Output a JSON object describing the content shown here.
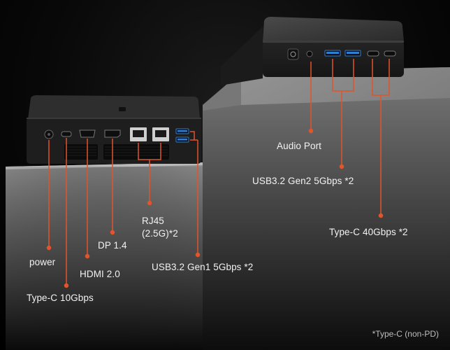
{
  "callouts": {
    "audio_port": "Audio Port",
    "usb_gen2": "USB3.2 Gen2 5Gbps *2",
    "typec_40": "Type-C 40Gbps *2",
    "rj45": "RJ45\n(2.5G)*2",
    "dp": "DP 1.4",
    "hdmi": "HDMI 2.0",
    "power": "power",
    "usb_gen1": "USB3.2 Gen1 5Gbps *2",
    "typec_10": "Type-C  10Gbps"
  },
  "footnote": "*Type-C (non-PD)",
  "colors": {
    "accent": "#e2542a",
    "usb_port": "#2f7fd0",
    "background": "#000000"
  }
}
